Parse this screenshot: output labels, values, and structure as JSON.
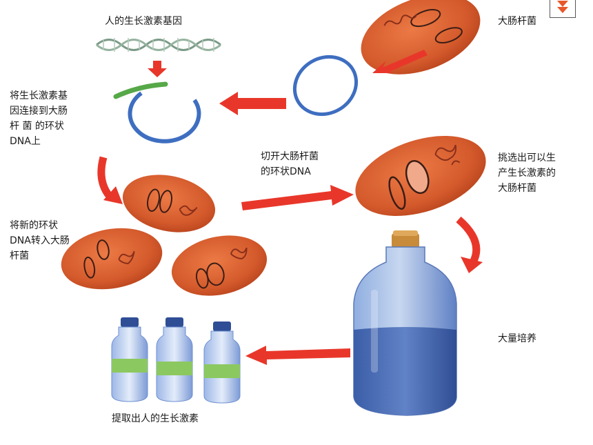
{
  "labels": {
    "gene": "人的生长激素基因",
    "ecoli": "大肠杆菌",
    "connect": "将生长激素基\n因连接到大肠\n杆 菌 的环状\nDNA上",
    "cut": "切开大肠杆菌\n的环状DNA",
    "select": "挑选出可以生\n产生长激素的\n大肠杆菌",
    "transfer": "将新的环状\nDNA转入大肠\n杆菌",
    "culture": "大量培养",
    "extract": "提取出人的生长激素"
  },
  "icons": {
    "corner": "double-chevron-down-icon"
  },
  "colors": {
    "bacterium": "#d45a2c",
    "bacterium_dark": "#a33818",
    "arrow": "#e8372a",
    "plasmid": "#3e6ec0",
    "gene_insert": "#56a848",
    "bottle": "#6c8fd0",
    "bottle_liquid": "#3c5fa8",
    "cork": "#c88b3a",
    "vial_band": "#8cc860"
  }
}
